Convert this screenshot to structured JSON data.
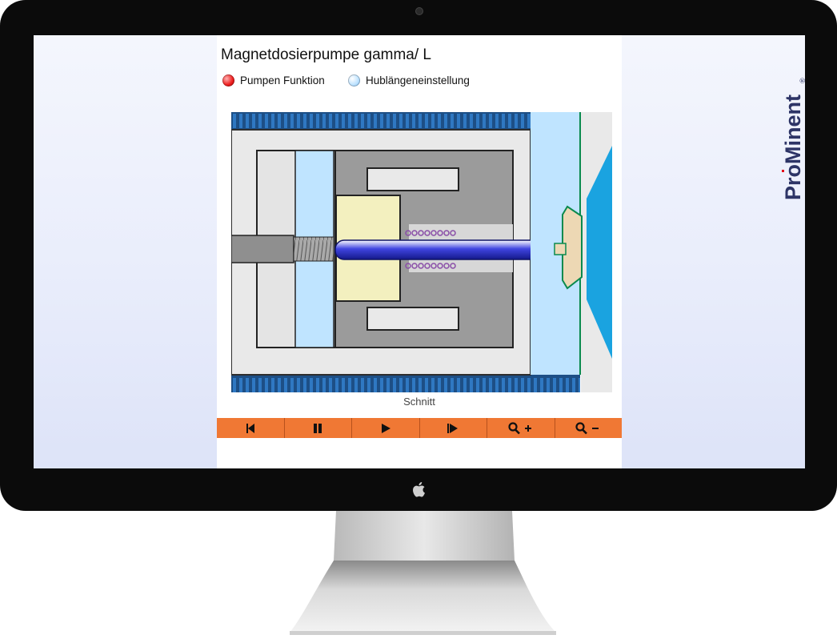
{
  "app": {
    "title": "Magnetdosierpumpe gamma/ L",
    "options": [
      {
        "label": "Pumpen Funktion",
        "selected": true,
        "color": "#ee2020"
      },
      {
        "label": "Hublängeneinstellung",
        "selected": false,
        "color": "#bfe3ff"
      }
    ],
    "caption": "Schnitt"
  },
  "toolbar": {
    "color": "#f07834",
    "buttons": [
      {
        "icon": "skip-back-icon"
      },
      {
        "icon": "pause-icon"
      },
      {
        "icon": "play-icon"
      },
      {
        "icon": "step-forward-icon"
      },
      {
        "icon": "zoom-in-icon"
      },
      {
        "icon": "zoom-out-icon"
      }
    ]
  },
  "brand": {
    "logo_text": "ProMinent",
    "registered": "®",
    "color": "#2d3466",
    "accent": "#e3001b"
  }
}
